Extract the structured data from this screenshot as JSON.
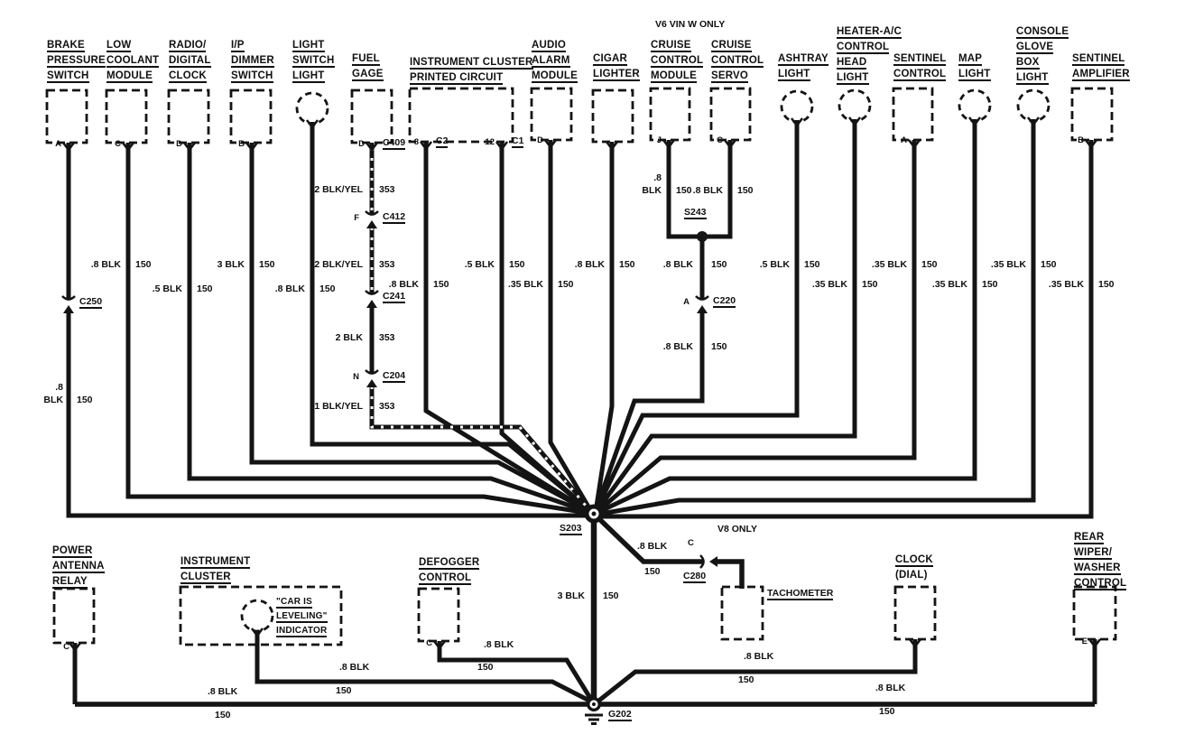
{
  "notes": {
    "v6": "V6 VIN W ONLY",
    "v8": "V8 ONLY"
  },
  "splices": {
    "s203": "S203",
    "s243": "S243"
  },
  "ground": {
    "id": "G202"
  },
  "components": {
    "brake": {
      "lines": [
        "BRAKE",
        "PRESSURE",
        "SWITCH"
      ],
      "pin": "A"
    },
    "low_coolant": {
      "lines": [
        "LOW",
        "COOLANT",
        "MODULE"
      ],
      "pin": "C"
    },
    "radio": {
      "lines": [
        "RADIO/",
        "DIGITAL",
        "CLOCK"
      ],
      "pin": "D"
    },
    "dimmer": {
      "lines": [
        "I/P",
        "DIMMER",
        "SWITCH"
      ],
      "pin": "B"
    },
    "light_switch": {
      "lines": [
        "LIGHT",
        "SWITCH",
        "LIGHT"
      ]
    },
    "fuel": {
      "lines": [
        "FUEL",
        "GAGE"
      ],
      "pin": "D",
      "conn": "C409"
    },
    "cluster": {
      "lines": [
        "INSTRUMENT CLUSTER",
        "PRINTED CIRCUIT"
      ],
      "pin1": "8",
      "conn1": "C2",
      "pin2": "12",
      "conn2": "C1"
    },
    "audio": {
      "lines": [
        "AUDIO",
        "ALARM",
        "MODULE"
      ],
      "pin": "D"
    },
    "cigar": {
      "lines": [
        "CIGAR",
        "LIGHTER"
      ]
    },
    "cruise_module": {
      "lines": [
        "CRUISE",
        "CONTROL",
        "MODULE"
      ],
      "pin": "J"
    },
    "cruise_servo": {
      "lines": [
        "CRUISE",
        "CONTROL",
        "SERVO"
      ],
      "pin": "C"
    },
    "ashtray": {
      "lines": [
        "ASHTRAY",
        "LIGHT"
      ]
    },
    "heater": {
      "lines": [
        "HEATER-A/C",
        "CONTROL",
        "HEAD",
        "LIGHT"
      ]
    },
    "sentinel_control": {
      "lines": [
        "SENTINEL",
        "CONTROL"
      ],
      "pin": "A"
    },
    "map_light": {
      "lines": [
        "MAP",
        "LIGHT"
      ]
    },
    "console": {
      "lines": [
        "CONSOLE",
        "GLOVE",
        "BOX",
        "LIGHT"
      ]
    },
    "sentinel_amp": {
      "lines": [
        "SENTINEL",
        "AMPLIFIER"
      ],
      "pin": "B"
    },
    "power_antenna": {
      "lines": [
        "POWER",
        "ANTENNA",
        "RELAY"
      ],
      "pin": "C"
    },
    "instr_cluster2": {
      "lines": [
        "INSTRUMENT",
        "CLUSTER"
      ],
      "indicator": [
        "\"CAR IS",
        "LEVELING\"",
        "INDICATOR"
      ]
    },
    "defogger": {
      "lines": [
        "DEFOGGER",
        "CONTROL"
      ],
      "pin": "C"
    },
    "tachometer": {
      "lines": [
        "TACHOMETER"
      ]
    },
    "clock": {
      "lines": [
        "CLOCK",
        "(DIAL)"
      ]
    },
    "rear_wiper": {
      "lines": [
        "REAR",
        "WIPER/",
        "WASHER",
        "CONTROL"
      ],
      "pin": "E"
    }
  },
  "wires": {
    "brake": {
      "g1": ".8",
      "g2": "BLK",
      "c": "150",
      "conn": "C250"
    },
    "low_coolant": {
      "g": ".8 BLK",
      "c": "150"
    },
    "radio": {
      "g": ".5 BLK",
      "c": "150"
    },
    "dimmer": {
      "g": "3 BLK",
      "c": "150"
    },
    "light_switch": {
      "g": ".8 BLK",
      "c": "150"
    },
    "fuel_s1": {
      "g": "2 BLK/YEL",
      "c": "353"
    },
    "fuel_conn1": {
      "pin": "F",
      "id": "C412"
    },
    "fuel_s2": {
      "g": "2 BLK/YEL",
      "c": "353"
    },
    "fuel_conn2": {
      "id": "C241"
    },
    "fuel_s3": {
      "g": "2 BLK",
      "c": "353"
    },
    "fuel_conn3": {
      "pin": "N",
      "id": "C204"
    },
    "fuel_s4": {
      "g": "1 BLK/YEL",
      "c": "353"
    },
    "cluster_c2": {
      "g": ".8 BLK",
      "c": "150"
    },
    "cluster_c1": {
      "g": ".5 BLK",
      "c": "150"
    },
    "audio": {
      "g": ".35 BLK",
      "c": "150"
    },
    "cigar": {
      "g": ".8 BLK",
      "c": "150"
    },
    "cruise_module": {
      "g1": ".8",
      "g2": "BLK",
      "c": "150"
    },
    "cruise_servo": {
      "g": ".8 BLK",
      "c": "150"
    },
    "cruise_s1": {
      "g": ".8 BLK",
      "c": "150"
    },
    "cruise_conn": {
      "pin": "A",
      "id": "C220"
    },
    "cruise_s2": {
      "g": ".8 BLK",
      "c": "150"
    },
    "ashtray": {
      "g": ".5 BLK",
      "c": "150"
    },
    "heater": {
      "g": ".35 BLK",
      "c": "150"
    },
    "sentinel_control": {
      "g": ".35 BLK",
      "c": "150"
    },
    "map_light": {
      "g": ".35 BLK",
      "c": "150"
    },
    "console": {
      "g": ".35 BLK",
      "c": "150"
    },
    "sentinel_amp": {
      "g": ".35 BLK",
      "c": "150"
    },
    "trunk": {
      "g": "3 BLK",
      "c": "150"
    },
    "v8_branch": {
      "g": ".8 BLK",
      "c": "150",
      "pin": "C",
      "id": "C280"
    },
    "power_antenna": {
      "g": ".8 BLK",
      "c": "150"
    },
    "instr_cluster": {
      "g": ".8 BLK",
      "c": "150"
    },
    "defogger": {
      "g": ".8 BLK",
      "c": "150"
    },
    "clock": {
      "g": ".8 BLK",
      "c": "150"
    },
    "rear_wiper": {
      "g": ".8 BLK",
      "c": "150"
    }
  }
}
